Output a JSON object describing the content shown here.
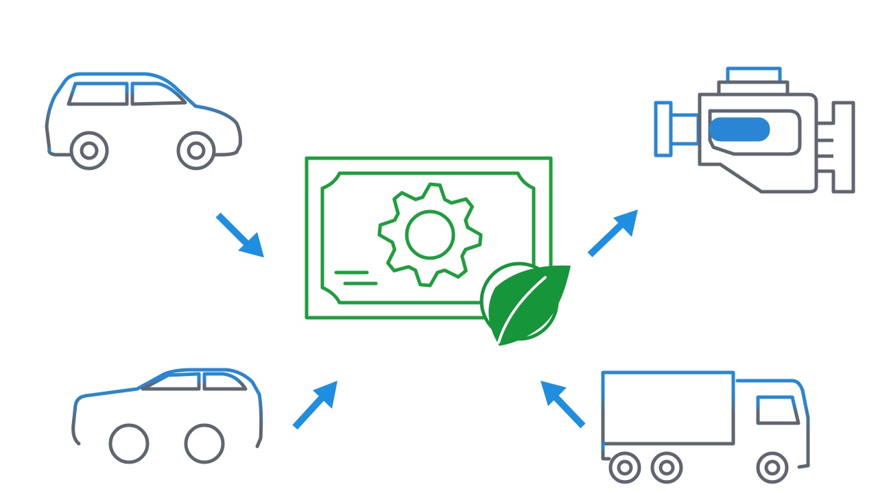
{
  "diagram": {
    "nodes": [
      {
        "id": "hatchback",
        "icon": "hatchback-car-icon"
      },
      {
        "id": "engine",
        "icon": "engine-icon"
      },
      {
        "id": "certificate",
        "icon": "eco-certificate-gear-leaf-icon"
      },
      {
        "id": "suv",
        "icon": "suv-car-icon"
      },
      {
        "id": "truck",
        "icon": "box-truck-icon"
      }
    ],
    "edges": [
      {
        "from": "hatchback",
        "to": "certificate"
      },
      {
        "from": "certificate",
        "to": "engine"
      },
      {
        "from": "suv",
        "to": "certificate"
      },
      {
        "from": "truck",
        "to": "certificate"
      }
    ]
  },
  "colors": {
    "vehicle_blue": "#2a86d4",
    "vehicle_gray": "#5f6670",
    "arrow_blue": "#1f8ee0",
    "certificate_green": "#1f9e3e",
    "leaf_green": "#17953a"
  }
}
